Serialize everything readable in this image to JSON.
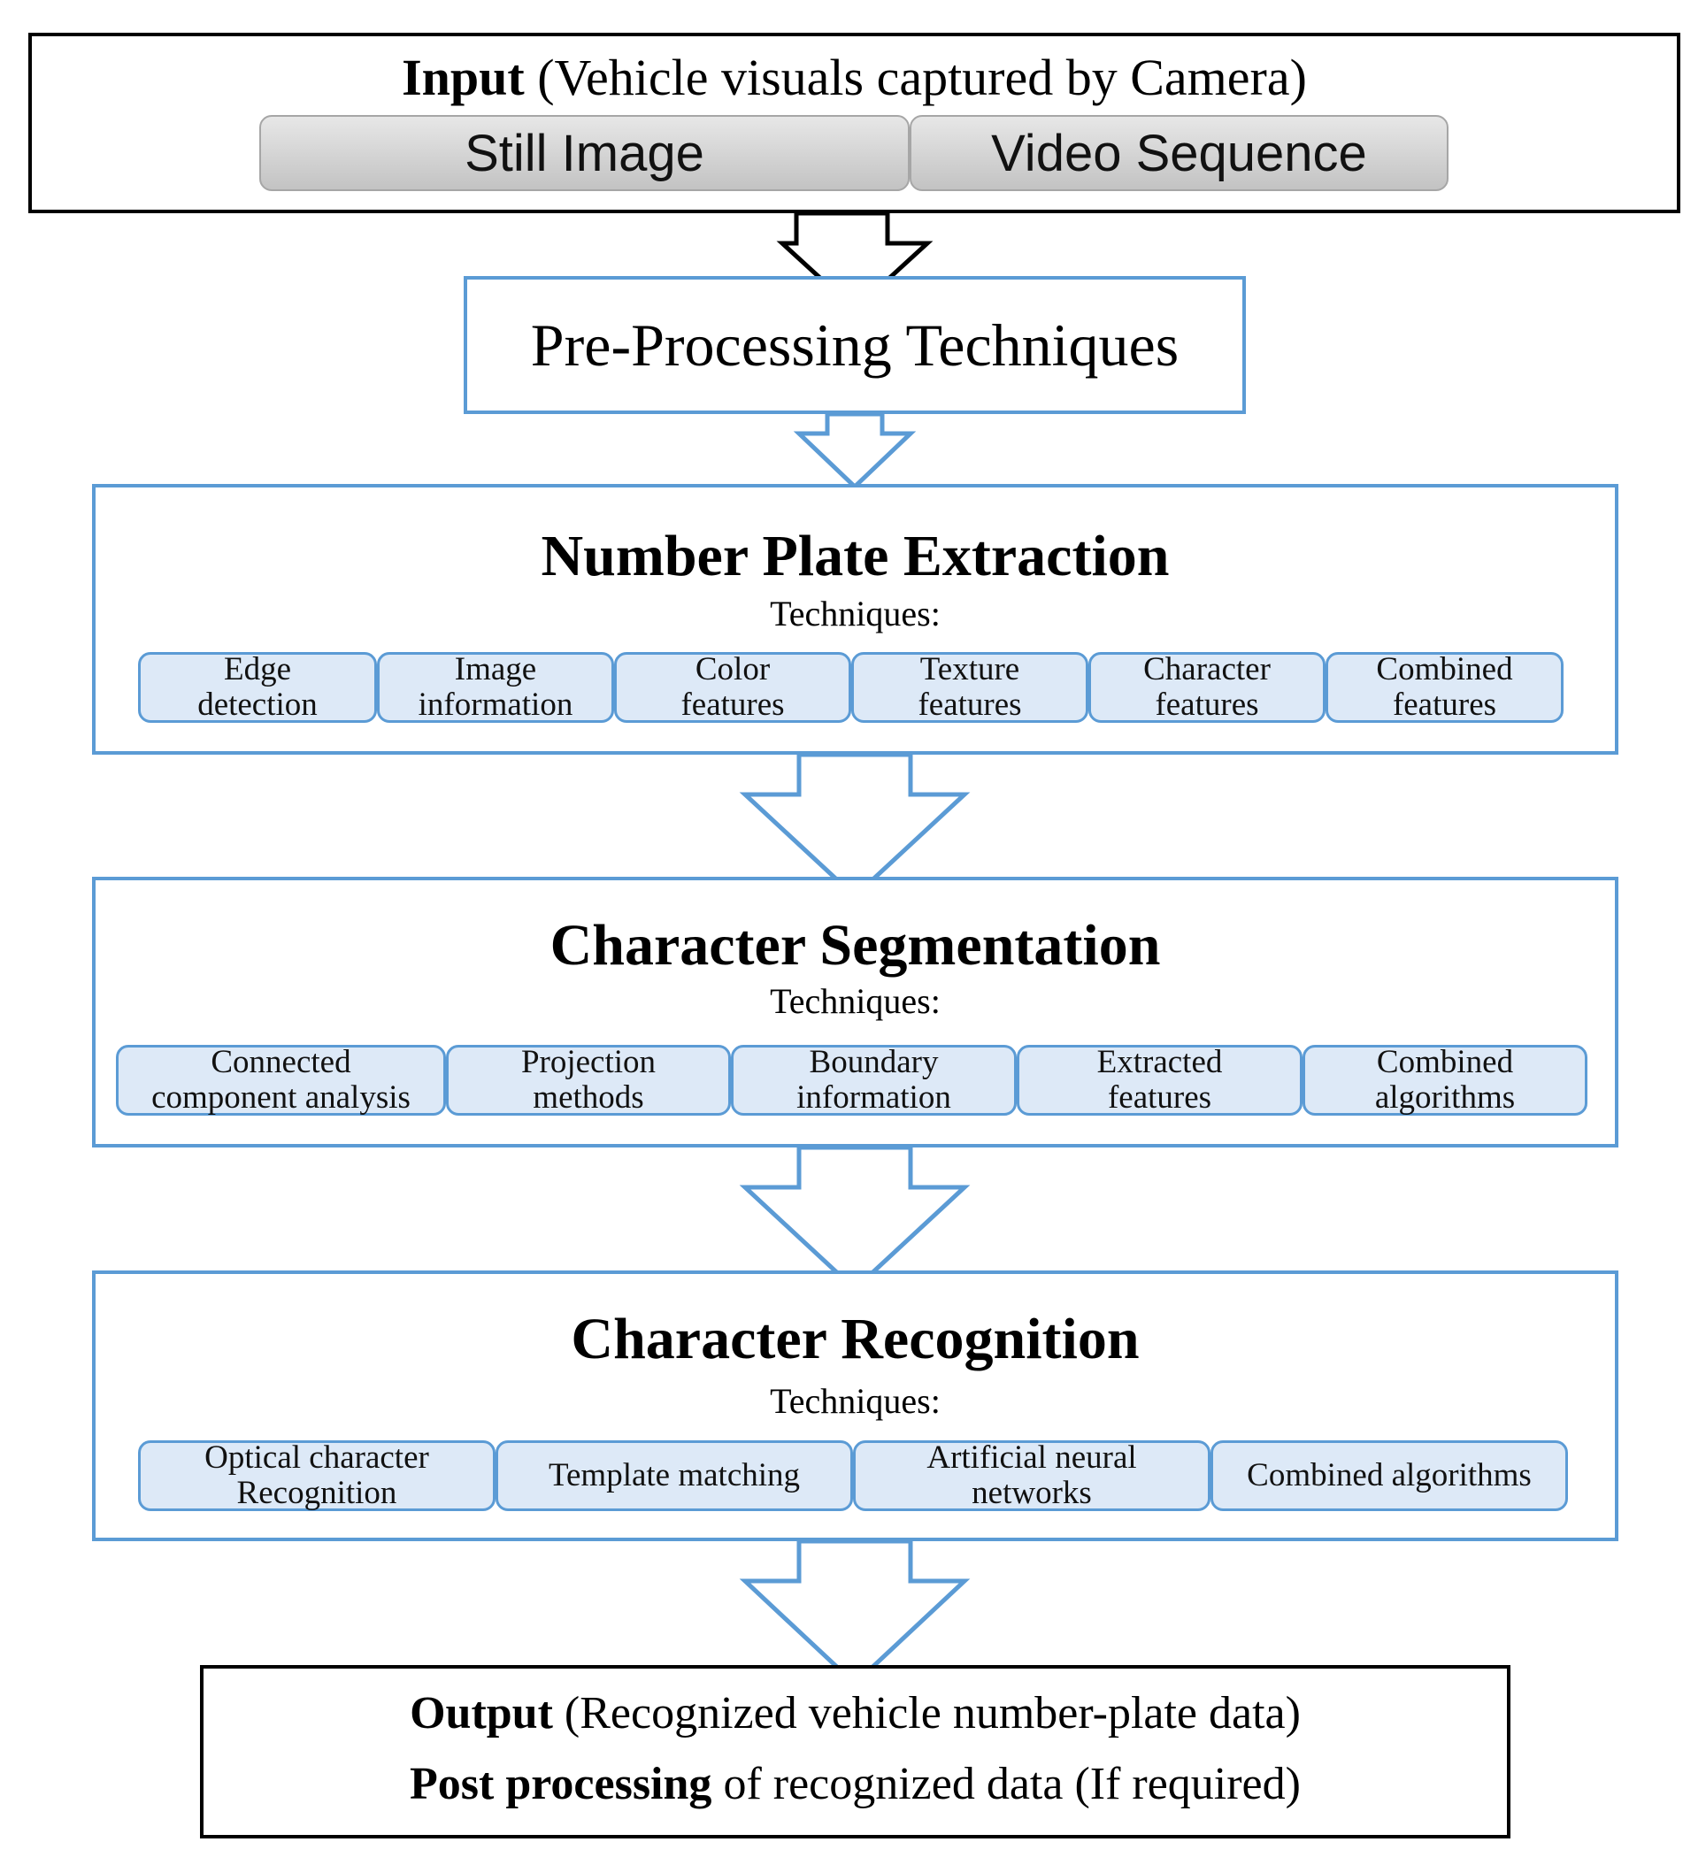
{
  "input": {
    "bold": "Input",
    "rest": " (Vehicle visuals captured by Camera)",
    "sources": [
      "Still Image",
      "Video Sequence"
    ]
  },
  "preprocessing": {
    "title": "Pre-Processing Techniques"
  },
  "number_plate_extraction": {
    "title": "Number Plate Extraction",
    "techniques_label": "Techniques:",
    "techniques": [
      [
        "Edge",
        "detection"
      ],
      [
        "Image",
        "information"
      ],
      [
        "Color",
        "features"
      ],
      [
        "Texture",
        "features"
      ],
      [
        "Character",
        "features"
      ],
      [
        "Combined",
        "features"
      ]
    ]
  },
  "character_segmentation": {
    "title": "Character Segmentation",
    "techniques_label": "Techniques:",
    "techniques": [
      [
        "Connected",
        "component analysis"
      ],
      [
        "Projection",
        "methods"
      ],
      [
        "Boundary",
        "information"
      ],
      [
        "Extracted",
        "features"
      ],
      [
        "Combined",
        "algorithms"
      ]
    ]
  },
  "character_recognition": {
    "title": "Character Recognition",
    "techniques_label": "Techniques:",
    "techniques": [
      [
        "Optical character",
        "Recognition"
      ],
      [
        "Template matching"
      ],
      [
        "Artificial neural",
        "networks"
      ],
      [
        "Combined algorithms"
      ]
    ]
  },
  "output": {
    "line1_bold": "Output",
    "line1_rest": " (Recognized vehicle number-plate data)",
    "line2_bold": "Post processing",
    "line2_rest": " of recognized data  (If required)"
  },
  "colors": {
    "accent": "#5b9bd5",
    "pill_fill": "#dde9f7",
    "source_button_fill": "#cfcfcf",
    "border_dark": "#000000"
  }
}
